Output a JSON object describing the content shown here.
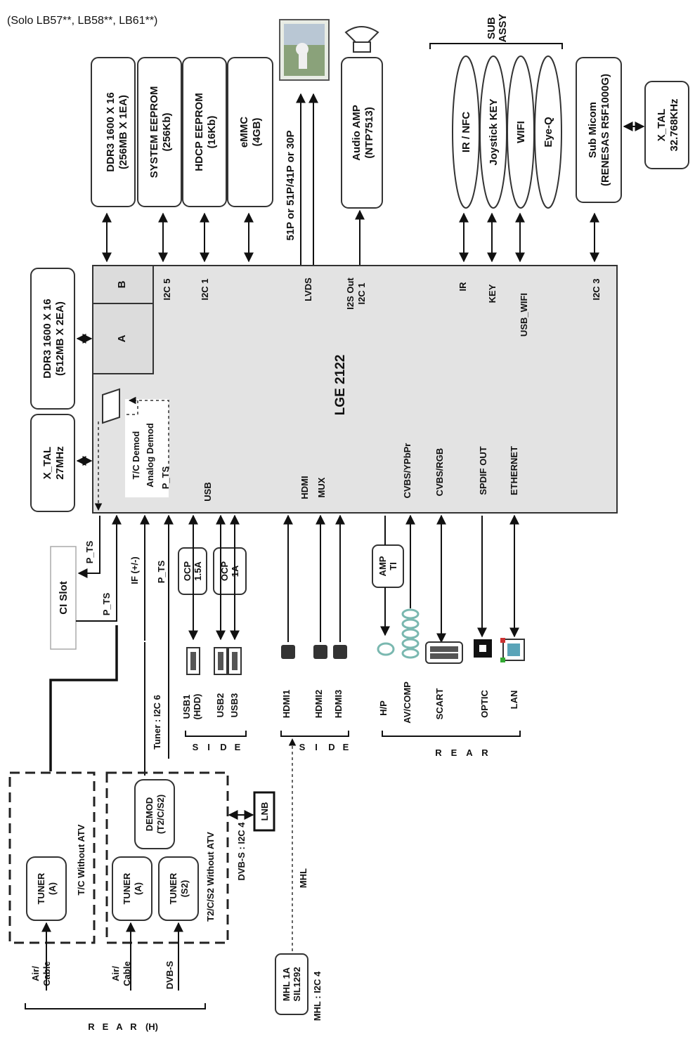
{
  "header_note": "(Solo LB57**, LB58**, LB61**)",
  "soc": {
    "name": "LGE 2122",
    "ports": {
      "a": "A",
      "b": "B"
    }
  },
  "top_blocks": [
    {
      "id": "ddr3-1",
      "line1": "DDR3 1600 X 16",
      "line2": "(256MB X 1EA)"
    },
    {
      "id": "sys-eeprom",
      "line1": "SYSTEM EEPROM",
      "line2": "(256Kb)"
    },
    {
      "id": "hdcp-eeprom",
      "line1": "HDCP EEPROM",
      "line2": "(16Kb)"
    },
    {
      "id": "emmc",
      "line1": "eMMC",
      "line2": "(4GB)"
    }
  ],
  "panel_conn": "51P or 51P/41P or 30P",
  "audio_amp": {
    "line1": "Audio AMP",
    "line2": "(NTP7513)"
  },
  "sub_assy": {
    "title_line1": "SUB",
    "title_line2": "ASSY",
    "items": [
      "IR / NFC",
      "Joystick KEY",
      "WIFI",
      "Eye-Q"
    ]
  },
  "sub_micom": {
    "line1": "Sub Micom",
    "line2": "(RENESAS R5F1000G)"
  },
  "xtal_sub": {
    "line1": "X_TAL",
    "line2": "32.768KHz"
  },
  "ddr3_left": {
    "line1": "DDR3 1600 X 16",
    "line2": "(512MB X 2EA)"
  },
  "xtal_main": {
    "line1": "X_TAL",
    "line2": "27MHz"
  },
  "soc_signals": {
    "i2c5": "I2C 5",
    "i2c1": "I2C 1",
    "lvds": "LVDS",
    "i2s_out": "I2S Out",
    "i2s_i2c": "I2C 1",
    "ir": "IR",
    "key": "KEY",
    "usb_wifi": "USB_WIFI",
    "i2c3": "I2C 3",
    "tc_demod": "T/C Demod",
    "analog_demod": "Analog Demod",
    "p_ts": "P_TS",
    "usb": "USB",
    "hdmi": "HDMI",
    "mux": "MUX",
    "cvbs_ypbpr": "CVBS/YPbPr",
    "cvbs_rgb": "CVBS/RGB",
    "spdif": "SPDIF OUT",
    "ethernet": "ETHERNET"
  },
  "ci_slot": "CI Slot",
  "p_ts_label": "P_TS",
  "if_label": "IF (+/-)",
  "tuner_i2c": "Tuner : I2C 6",
  "ocp1": {
    "line1": "OCP",
    "line2": "1.5A"
  },
  "ocp2": {
    "line1": "OCP",
    "line2": "1A"
  },
  "usb_ports": {
    "usb1": "USB1",
    "usb1_sub": "(HDD)",
    "usb2": "USB2",
    "usb3": "USB3"
  },
  "hdmi_ports": [
    "HDMI1",
    "HDMI2",
    "HDMI3"
  ],
  "amp_ti": {
    "line1": "AMP",
    "line2": "TI"
  },
  "rear_ports": [
    "H/P",
    "AV/COMP",
    "SCART",
    "OPTIC",
    "LAN"
  ],
  "side_label": [
    "S",
    "I",
    "D",
    "E"
  ],
  "rear_label": [
    "R",
    "E",
    "A",
    "R"
  ],
  "rear_h_label": [
    "R",
    "E",
    "A",
    "R",
    "(H)"
  ],
  "tuner_tc": {
    "tuner_line1": "TUNER",
    "tuner_line2": "(A)",
    "title": "T/C Without ATV"
  },
  "tuner_t2": {
    "tuner_a_line1": "TUNER",
    "tuner_a_line2": "(A)",
    "tuner_s2_line1": "TUNER",
    "tuner_s2_line2": "(S2)",
    "demod_line1": "DEMOD",
    "demod_line2": "(T2/C/S2)",
    "title": "T2/C/S2 Without ATV",
    "dvbs_i2c": "DVB-S : I2C 4"
  },
  "lnb": "LNB",
  "inputs": {
    "air_cable_1": "Air/",
    "air_cable_1b": "Cable",
    "air_cable_2": "Air/",
    "air_cable_2b": "Cable",
    "dvb_s": "DVB-S"
  },
  "mhl": {
    "label": "MHL",
    "line1": "MHL 1A",
    "line2": "SIL1292",
    "i2c": "MHL : I2C 4"
  }
}
